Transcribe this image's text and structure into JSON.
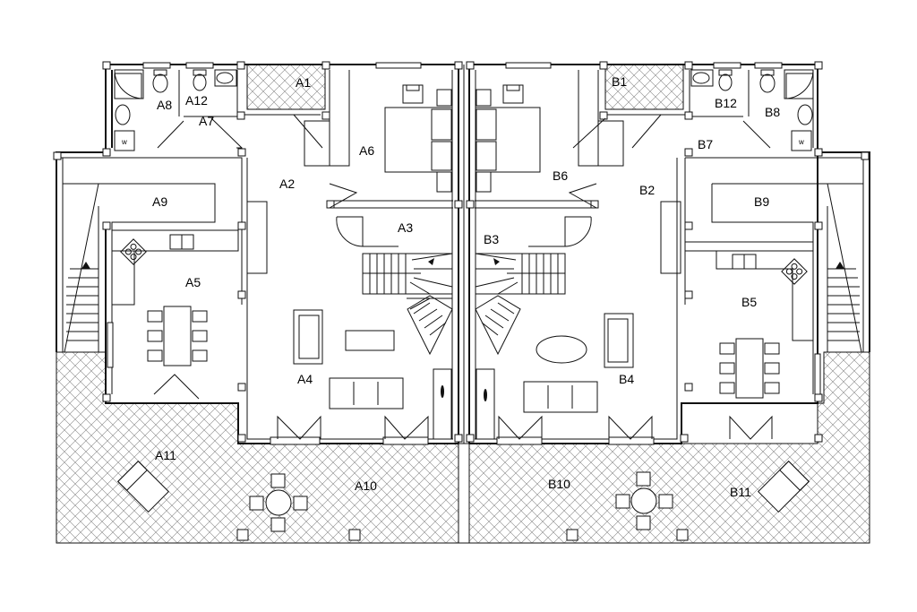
{
  "rooms": {
    "a1": "A1",
    "a2": "A2",
    "a3": "A3",
    "a4": "A4",
    "a5": "A5",
    "a6": "A6",
    "a7": "A7",
    "a8": "A8",
    "a9": "A9",
    "a10": "A10",
    "a11": "A11",
    "a12": "A12",
    "b1": "B1",
    "b2": "B2",
    "b3": "B3",
    "b4": "B4",
    "b5": "B5",
    "b6": "B6",
    "b7": "B7",
    "b8": "B8",
    "b9": "B9",
    "b10": "B10",
    "b11": "B11",
    "b12": "B12"
  },
  "fixtures": {
    "washer_left": "w",
    "washer_right": "w"
  },
  "colors": {
    "line": "#111111",
    "background": "#ffffff"
  }
}
